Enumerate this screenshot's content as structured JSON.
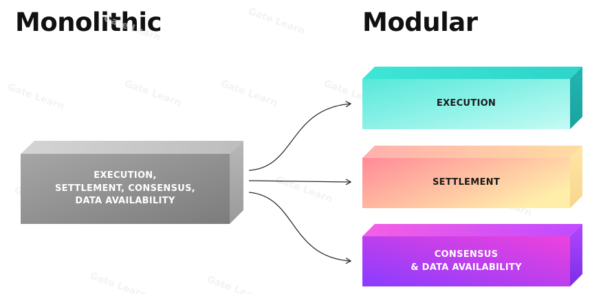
{
  "headings": {
    "left": "Monolithic",
    "right": "Modular"
  },
  "monolithic": {
    "lines": [
      "EXECUTION,",
      "SETTLEMENT, CONSENSUS,",
      "DATA AVAILABILITY"
    ]
  },
  "modular": {
    "execution": {
      "lines": [
        "EXECUTION"
      ]
    },
    "settlement": {
      "lines": [
        "SETTLEMENT"
      ]
    },
    "consensus": {
      "lines": [
        "CONSENSUS",
        "& DATA AVAILABILITY"
      ]
    }
  },
  "watermark": "Gate Learn",
  "colors": {
    "mono_front": "#8d8d8d",
    "execution_gradient": [
      "#5eeadb",
      "#b8fbf2"
    ],
    "settlement_gradient": [
      "#ff8f9c",
      "#ffe9a8"
    ],
    "consensus_gradient": [
      "#e63ee0",
      "#8e3dff"
    ],
    "arrow": "#2a2a2a"
  }
}
